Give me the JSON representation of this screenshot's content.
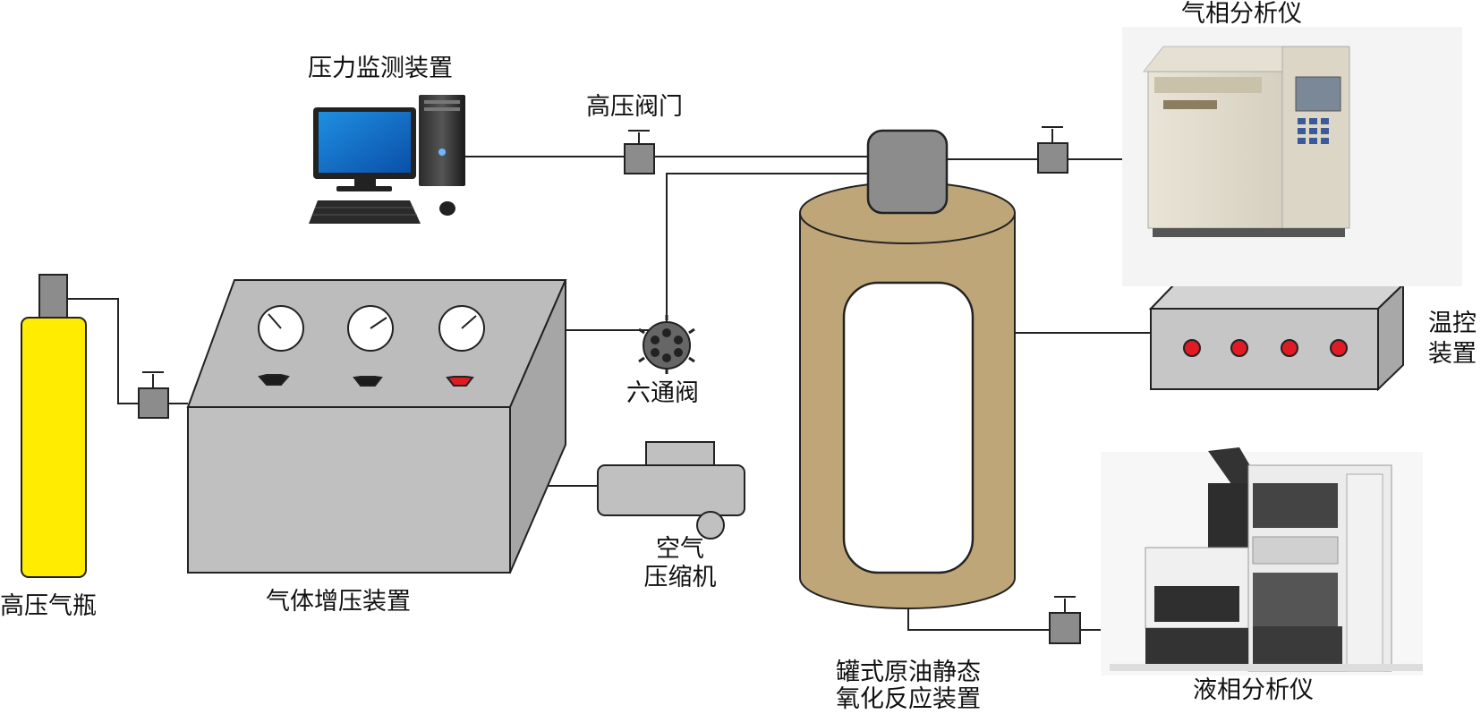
{
  "labels": {
    "pressure_monitor": "压力监测装置",
    "high_pressure_valve": "高压阀门",
    "gas_analyzer": "气相分析仪",
    "gas_cylinder": "高压气瓶",
    "booster": "气体增压装置",
    "six_way_valve": "六通阀",
    "compressor_line1": "空气",
    "compressor_line2": "压缩机",
    "reactor_line1": "罐式原油静态",
    "reactor_line2": "氧化反应装置",
    "temp_line1": "温控",
    "temp_line2": "装置",
    "liquid_analyzer": "液相分析仪"
  },
  "colors": {
    "cylinder": "#ffec00",
    "reactor": "#bfa678",
    "gray_box": "#c0c0c0",
    "valve": "#8c8c8c",
    "indicator_red": "#e01b24",
    "line": "#222222"
  },
  "icons": [
    "computer-icon",
    "gas-chromatograph-icon",
    "liquid-chromatograph-icon"
  ]
}
